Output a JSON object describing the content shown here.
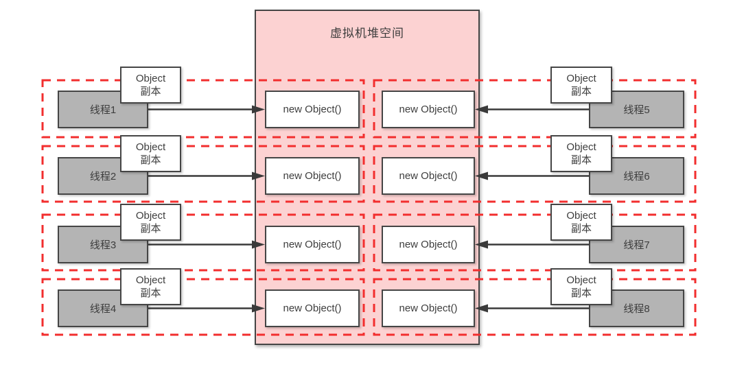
{
  "diagram": {
    "heap_title": "虚拟机堆空间",
    "heap_object_label": "new Object()",
    "object_copy": {
      "line1": "Object",
      "line2": "副本"
    },
    "left_threads": [
      "线程1",
      "线程2",
      "线程3",
      "线程4"
    ],
    "right_threads": [
      "线程5",
      "线程6",
      "线程7",
      "线程8"
    ],
    "colors": {
      "background": "#ffffff",
      "heap_fill": "#fcd2d2",
      "box_border": "#454545",
      "white_box_fill": "#ffffff",
      "thread_box_fill": "#b4b4b4",
      "dashed_scope_line": "#f22e2e",
      "arrow": "#3a3a3a",
      "text": "#3d3d3d"
    }
  }
}
